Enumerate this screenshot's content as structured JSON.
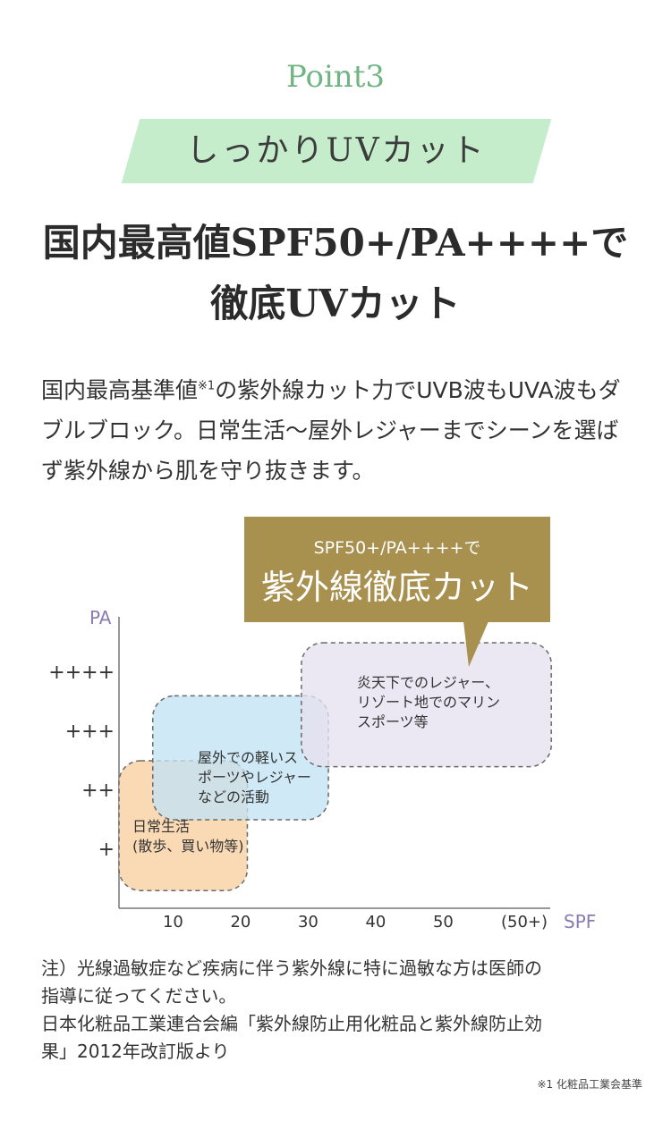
{
  "header": {
    "point": "Point3",
    "banner": "しっかりUVカット",
    "headline_line1": "国内最高値SPF50+/PA++++で",
    "headline_line2": "徹底UVカット"
  },
  "intro": {
    "text_a": "国内最高基準値",
    "sup": "※1",
    "text_b": "の紫外線カット力でUVB波もUVA波もダブルブロック。日常生活〜屋外レジャーまでシーンを選ばず紫外線から肌を守り抜きます。"
  },
  "chart_data": {
    "type": "area",
    "xlabel": "SPF",
    "ylabel": "PA",
    "x_ticks": [
      "10",
      "20",
      "30",
      "40",
      "50",
      "(50+)"
    ],
    "y_ticks": [
      "+",
      "++",
      "+++",
      "++++"
    ],
    "regions": [
      {
        "label_lines": [
          "日常生活",
          "(散歩、買い物等)"
        ],
        "x_range": [
          2,
          21
        ],
        "y_range": [
          0.3,
          2.5
        ],
        "color": "#f9d0a0"
      },
      {
        "label_lines": [
          "屋外での軽いス",
          "ポーツやレジャー",
          "などの活動"
        ],
        "x_range": [
          7,
          33
        ],
        "y_range": [
          1.5,
          3.6
        ],
        "color": "#c3e3f4"
      },
      {
        "label_lines": [
          "炎天下でのレジャー、",
          "リゾート地でのマリン",
          "スポーツ等"
        ],
        "x_range": [
          29,
          66
        ],
        "y_range": [
          2.4,
          4.5
        ],
        "color": "#e6e1f0"
      }
    ],
    "callout": {
      "line1": "SPF50+/PA++++で",
      "line2": "紫外線徹底カット",
      "color": "#a8904f"
    },
    "colors": {
      "axis_label": "#8a7bb2"
    }
  },
  "notes": {
    "line1": "注）光線過敏症など疾病に伴う紫外線に特に過敏な方は医師の",
    "line2": "指導に従ってください。",
    "line3": "日本化粧品工業連合会編「紫外線防止用化粧品と紫外線防止効",
    "line4": "果」2012年改訂版より",
    "footnote": "※1 化粧品工業会基準"
  }
}
